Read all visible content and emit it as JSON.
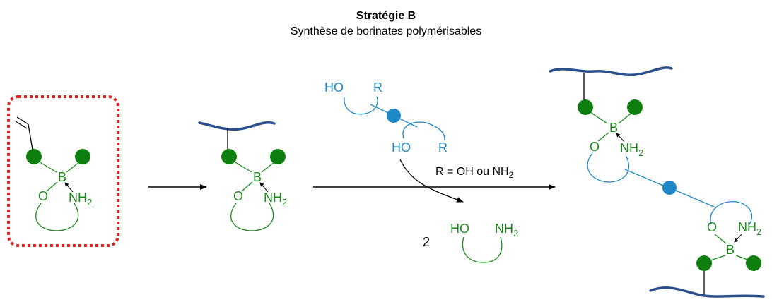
{
  "header": {
    "title": "Stratégie B",
    "subtitle": "Synthèse de borinates polymérisables"
  },
  "labels": {
    "boron": "B",
    "oxygen": "O",
    "amine_n": "NH",
    "subscript_2": "2",
    "hydroxyl": "HO",
    "r_group": "R",
    "condition_prefix": "R = OH ou NH",
    "byproduct_coefficient": "2"
  },
  "colors": {
    "green": "#1a8a1a",
    "node_green": "#0e7e0e",
    "blue": "#1e88c8",
    "polymer": "#2b4f8c",
    "highlight_red": "#e3211c",
    "black": "#000000"
  }
}
